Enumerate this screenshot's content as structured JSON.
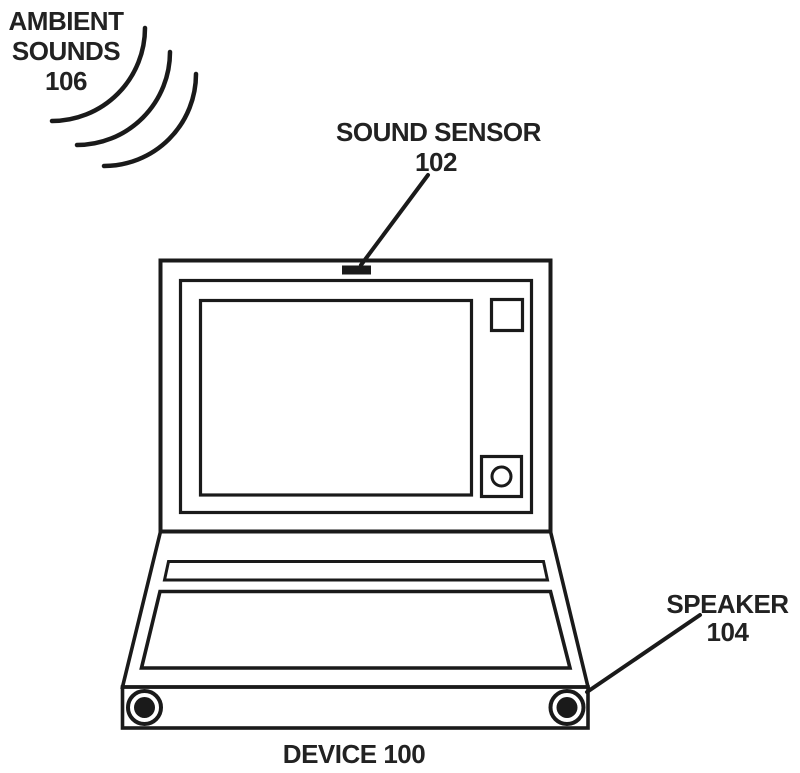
{
  "figure": {
    "background_color": "#ffffff",
    "ink_color": "#1a1a1a",
    "labels": {
      "ambient_sounds": {
        "name_line1": "AMBIENT",
        "name_line2": "SOUNDS",
        "ref_num": "106"
      },
      "sound_sensor": {
        "name": "SOUND SENSOR",
        "ref_num": "102"
      },
      "speaker": {
        "name": "SPEAKER",
        "ref_num": "104"
      },
      "device": {
        "caption": "DEVICE 100"
      }
    }
  }
}
